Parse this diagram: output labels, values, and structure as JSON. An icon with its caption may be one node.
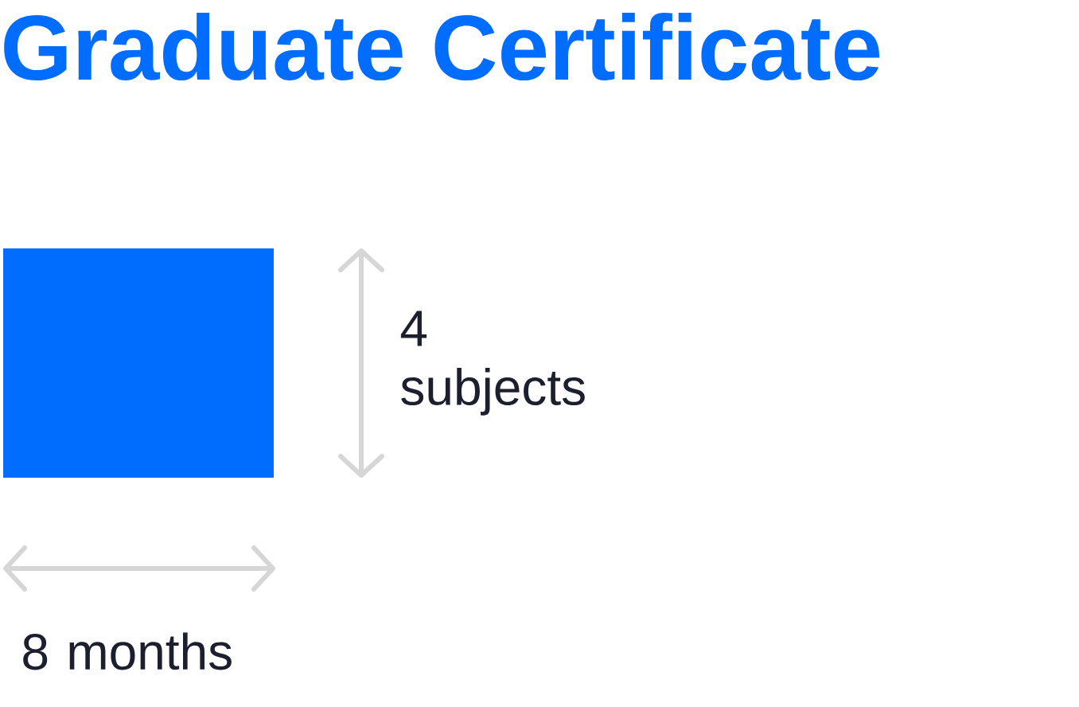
{
  "diagram": {
    "title": "Graduate Certificate",
    "nodes": [
      {
        "text": [],
        "shape": "box",
        "beside": [
          "4 subjects",
          "8 months"
        ]
      }
    ]
  }
}
